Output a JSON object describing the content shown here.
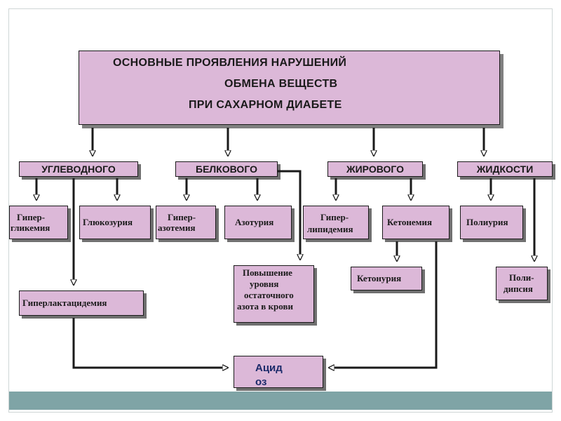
{
  "title": {
    "line1": "ОСНОВНЫЕ  ПРОЯВЛЕНИЯ  НАРУШЕНИЙ",
    "line2": "ОБМЕНА  ВЕЩЕСТВ",
    "line3": "ПРИ  САХАРНОМ  ДИАБЕТЕ"
  },
  "categories": {
    "carb": "УГЛЕВОДНОГО",
    "protein": "БЕЛКОВОГО",
    "fat": "ЖИРОВОГО",
    "fluid": "ЖИДКОСТИ"
  },
  "nodes": {
    "hyperglycemia": [
      "Гипер-",
      "гликемия"
    ],
    "glucosuria": "Глюкозурия",
    "hyperazotemia": [
      "Гипер-",
      "азотемия"
    ],
    "azoturia": "Азотурия",
    "hyperlipidemia": [
      "Гипер-",
      "липидемия"
    ],
    "ketonemia": "Кетонемия",
    "polyuria": "Полиурия",
    "polydipsia": [
      "Поли-",
      "дипсия"
    ],
    "residual_nitrogen": [
      "Повышение",
      "уровня",
      "остаточного",
      "азота в крови"
    ],
    "ketonuria": "Кетонурия",
    "hyperlactacidemia": "Гиперлактацидемия",
    "acidosis": [
      "Ацид",
      "оз"
    ]
  },
  "colors": {
    "box_fill": "#dcb8d8",
    "border": "#1a1a1a",
    "band": "#7fa4a6",
    "shadow": "#808080"
  }
}
